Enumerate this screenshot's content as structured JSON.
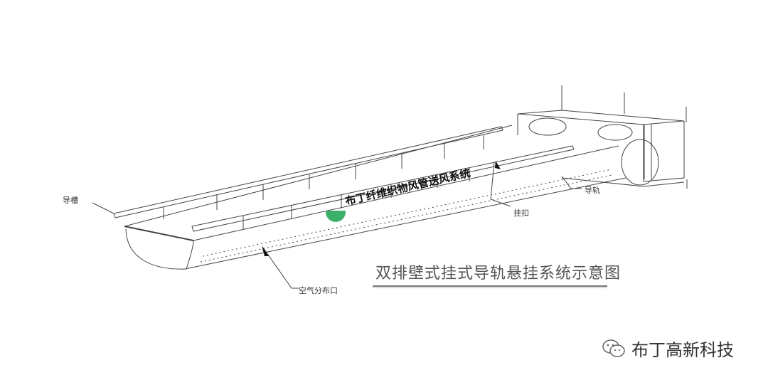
{
  "diagram": {
    "title": "双排壁式挂式导轨悬挂系统示意图",
    "labels": {
      "guide_groove": "导槽",
      "guide_rail": "导轨",
      "clip": "挂扣",
      "air_outlet": "空气分布口"
    },
    "watermark": "布丁纤维织物风管送风系统"
  },
  "footer": {
    "brand": "布丁高新科技",
    "icon": "wechat-icon"
  }
}
